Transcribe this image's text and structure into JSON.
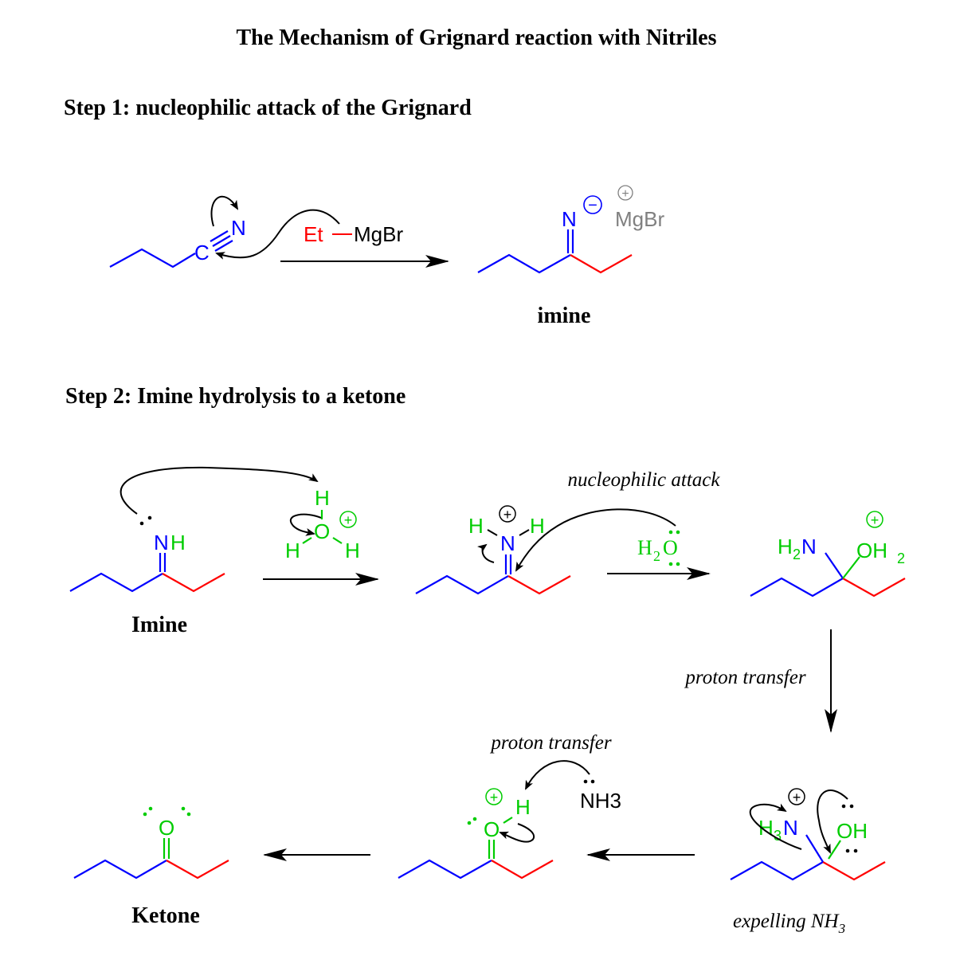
{
  "title": "The Mechanism of Grignard reaction with Nitriles",
  "colors": {
    "nitrile_chain": "#0000ff",
    "grignard_alkyl": "#ff0000",
    "oxygen_hydrogen": "#00cc00",
    "counterion": "#808080",
    "arrows": "#000000"
  },
  "step1": {
    "heading": "Step 1: nucleophilic attack of the Grignard",
    "nitrile": {
      "carbon": "C",
      "nitrogen": "N"
    },
    "reagent": {
      "alkyl": "Et",
      "metal": "MgBr"
    },
    "product": {
      "nitrogen": "N",
      "charge_n": "−",
      "counterion": "MgBr",
      "charge_counterion": "+",
      "label": "imine"
    }
  },
  "step2": {
    "heading": "Step 2: Imine hydrolysis to a ketone",
    "imine": {
      "n": "N",
      "h": "H",
      "label": "Imine"
    },
    "hydronium": {
      "o": "O",
      "h_top": "H",
      "h_left": "H",
      "h_right": "H",
      "charge": "+"
    },
    "iminium": {
      "n": "N",
      "h_left": "H",
      "h_right": "H",
      "charge": "+"
    },
    "water": {
      "h": "H",
      "sub": "2",
      "o": "O"
    },
    "annotation_nucleophilic": "nucleophilic attack",
    "tetrahedral": {
      "amine_h": "H",
      "amine_sub": "2",
      "amine_n": "N",
      "oh_o": "OH",
      "oh_sub": "2",
      "charge": "+"
    },
    "annotation_proton_transfer_1": "proton transfer",
    "expelling": {
      "h": "H",
      "sub": "3",
      "n": "N",
      "charge": "+",
      "oh": "OH",
      "label_main": "expelling NH",
      "label_sub": "3"
    },
    "protonated_ketone": {
      "o": "O",
      "h": "H",
      "charge": "+"
    },
    "ammonia": "NH3",
    "annotation_proton_transfer_2": "proton transfer",
    "ketone": {
      "o": "O",
      "label": "Ketone"
    }
  }
}
